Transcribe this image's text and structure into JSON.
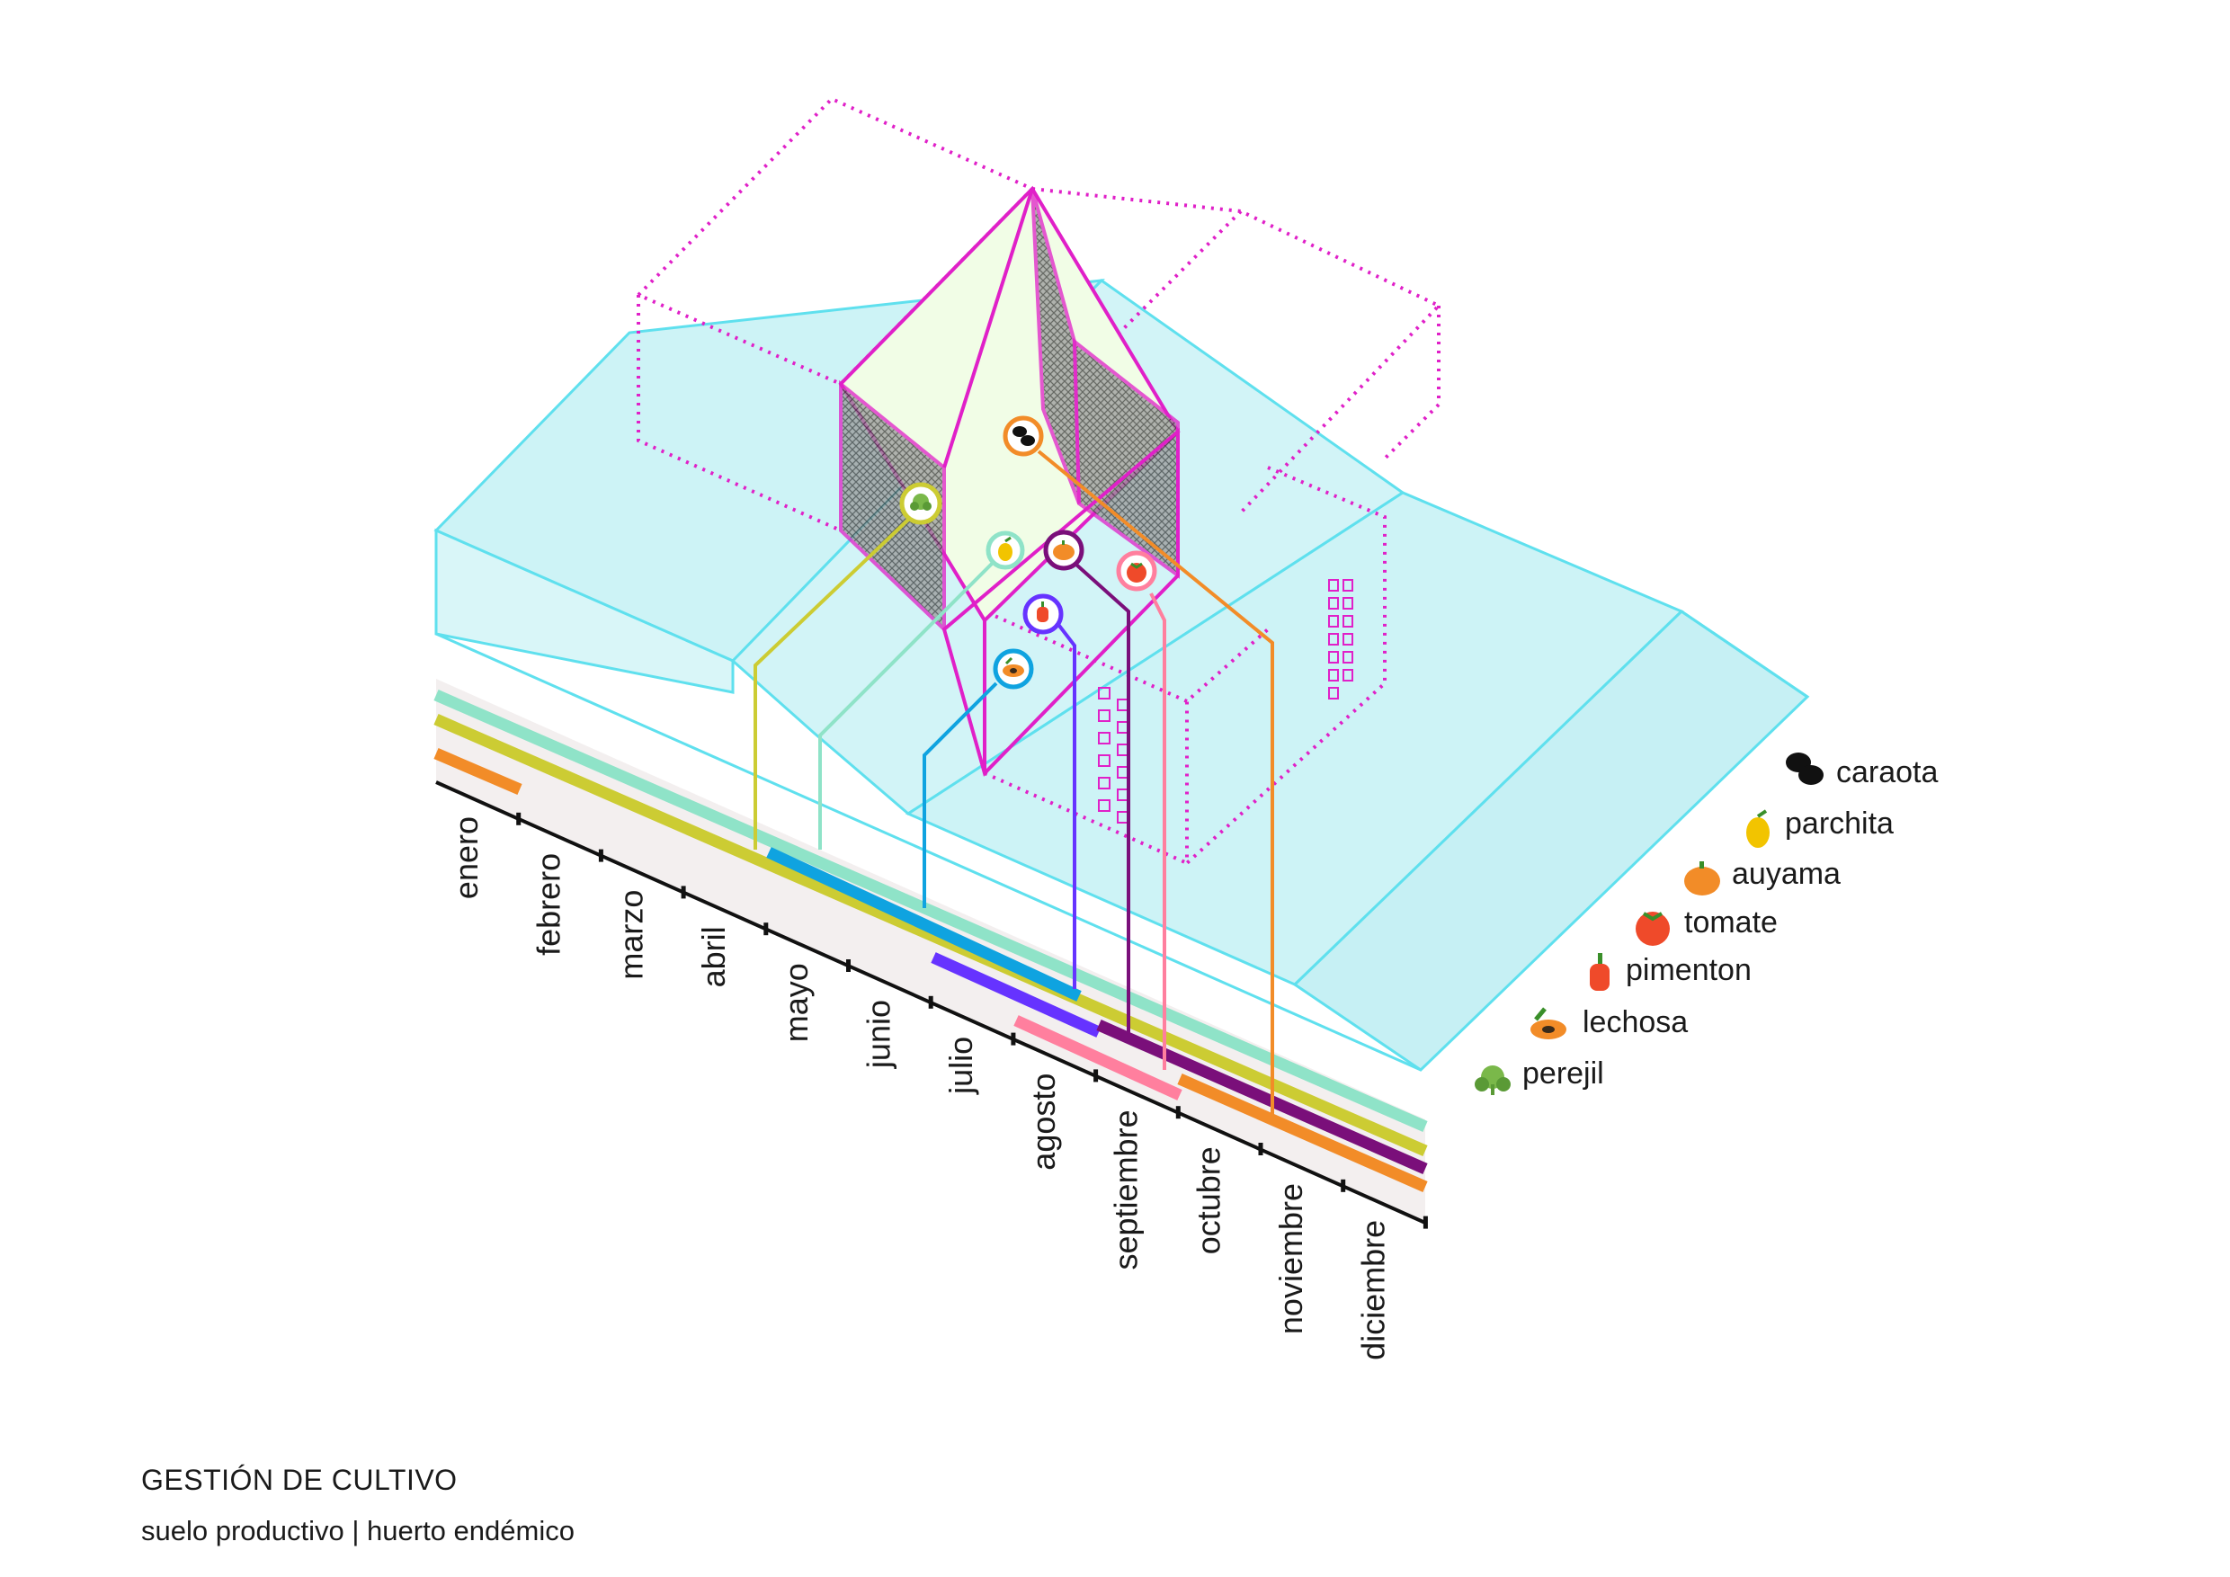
{
  "caption": {
    "title": "GESTIÓN DE CULTIVO",
    "subtitle": "suelo productivo | huerto endémico"
  },
  "months": [
    "enero",
    "febrero",
    "marzo",
    "abril",
    "mayo",
    "junio",
    "julio",
    "agosto",
    "septiembre",
    "octubre",
    "noviembre",
    "diciembre"
  ],
  "legend": [
    {
      "key": "caraota",
      "label": "caraota",
      "icon": "bean-icon",
      "color": "#f28c28"
    },
    {
      "key": "parchita",
      "label": "parchita",
      "icon": "passionfruit-icon",
      "color": "#8fe3c8"
    },
    {
      "key": "auyama",
      "label": "auyama",
      "icon": "pumpkin-icon",
      "color": "#7a0f7a"
    },
    {
      "key": "tomate",
      "label": "tomate",
      "icon": "tomato-icon",
      "color": "#ff7f9e"
    },
    {
      "key": "pimenton",
      "label": "pimenton",
      "icon": "pepper-icon",
      "color": "#6633ff"
    },
    {
      "key": "lechosa",
      "label": "lechosa",
      "icon": "papaya-icon",
      "color": "#0fa3e0"
    },
    {
      "key": "perejil",
      "label": "perejil",
      "icon": "parsley-icon",
      "color": "#cccc33"
    }
  ],
  "colors": {
    "terrain": "#cdf3f6",
    "terrain_edge": "#5fe0ee",
    "structure": "#e020c8",
    "planting_bed": "#f1fde6",
    "axis": "#111111",
    "band": "#f3efef"
  }
}
